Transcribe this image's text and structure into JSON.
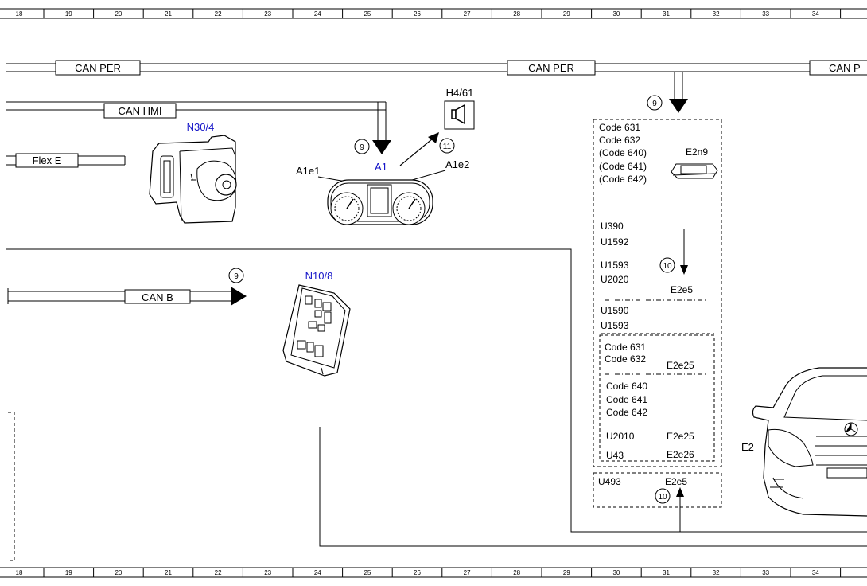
{
  "ruler": {
    "numbers": [
      "18",
      "19",
      "20",
      "21",
      "22",
      "23",
      "24",
      "25",
      "26",
      "27",
      "28",
      "29",
      "30",
      "31",
      "32",
      "33",
      "34"
    ]
  },
  "buses": {
    "can_per_left": "CAN PER",
    "can_per_mid": "CAN PER",
    "can_per_right": "CAN P",
    "can_hmi": "CAN HMI",
    "flex_e": "Flex E",
    "can_b": "CAN B"
  },
  "components": {
    "n30_4": "N30/4",
    "a1": "A1",
    "a1e1": "A1e1",
    "a1e2": "A1e2",
    "h4_61": "H4/61",
    "n10_8": "N10/8",
    "e2n9": "E2n9",
    "e2": "E2"
  },
  "callouts": {
    "c9_top": "9",
    "c9_a1": "9",
    "c11": "11",
    "c9_canb": "9",
    "c10_mid": "10",
    "c10_bottom": "10"
  },
  "codes": {
    "box_top": [
      "Code 631",
      "Code 632",
      "(Code 640)",
      "(Code 641)",
      "(Code 642)"
    ],
    "u390": "U390",
    "u1592": "U1592",
    "u1593_a": "U1593",
    "u2020": "U2020",
    "e2e5_a": "E2e5",
    "u1590": "U1590",
    "u1593_b": "U1593",
    "inner_top": [
      "Code 631",
      "Code 632"
    ],
    "e2e25_a": "E2e25",
    "inner_mid": [
      "Code 640",
      "Code 641",
      "Code 642"
    ],
    "u2010": "U2010",
    "e2e25_b": "E2e25",
    "u43": "U43",
    "e2e26": "E2e26",
    "u493": "U493",
    "e2e5_b": "E2e5"
  }
}
